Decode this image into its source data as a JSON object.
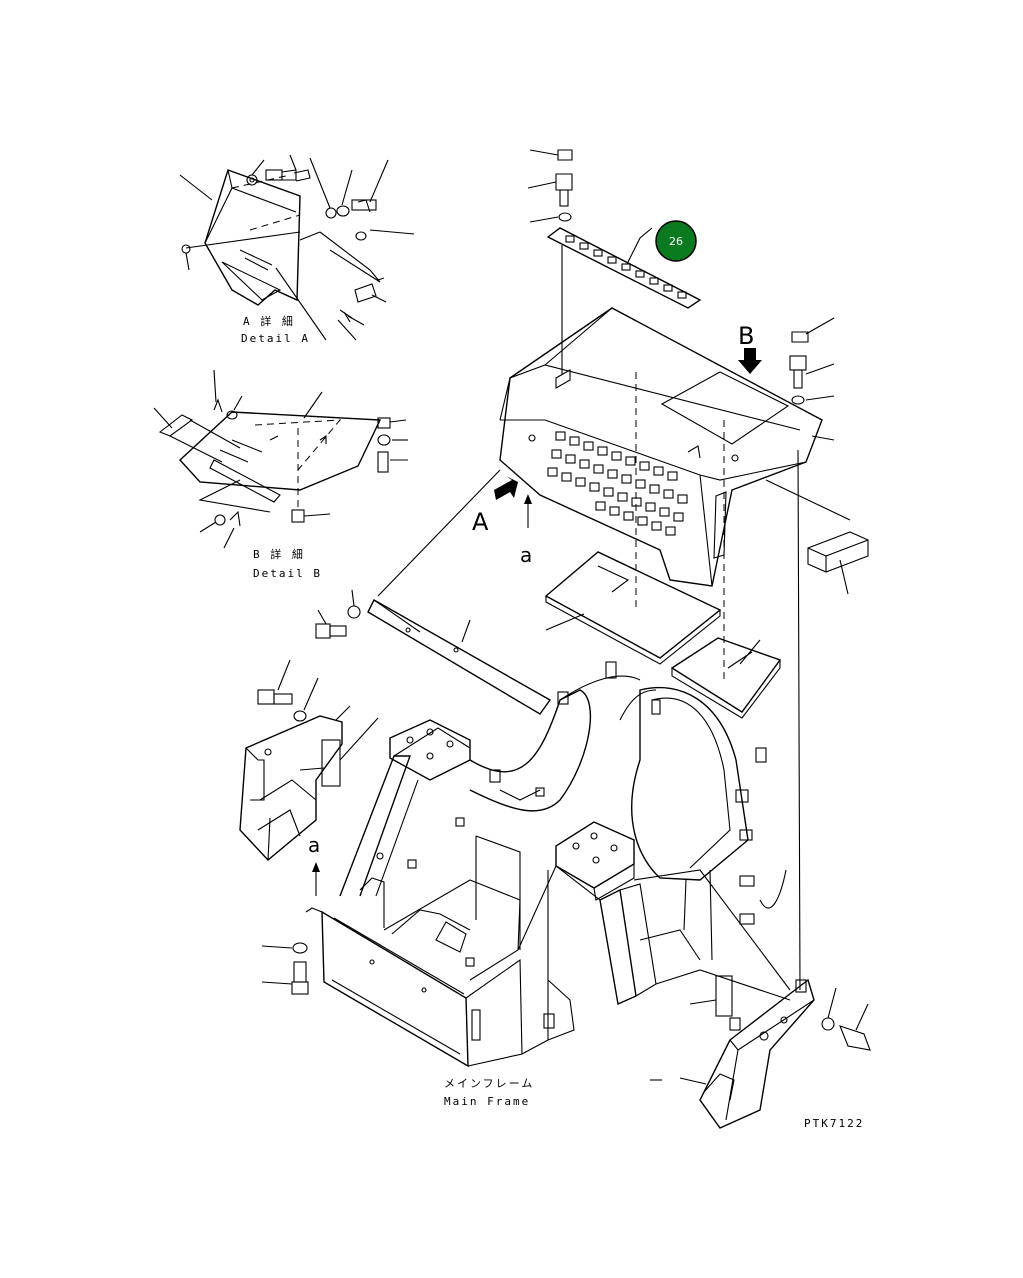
{
  "labels": {
    "detail_a_jp": "A 詳 細",
    "detail_a_en": "Detail A",
    "detail_b_jp": "B 詳 細",
    "detail_b_en": "Detail B",
    "main_frame_jp": "メインフレーム",
    "main_frame_en": "Main Frame",
    "drawing_code": "PTK7122",
    "view_a": "A",
    "view_b": "B",
    "ref_a_top": "a",
    "ref_a_bottom": "a"
  },
  "callout": {
    "number": "26",
    "color": "#0a7a1e"
  }
}
